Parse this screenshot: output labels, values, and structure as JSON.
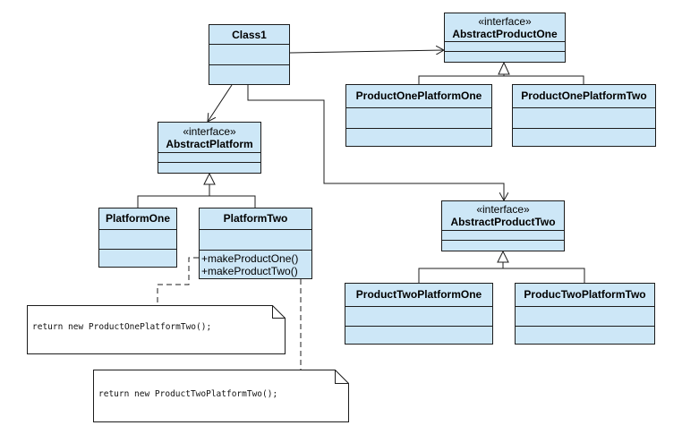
{
  "diagram": {
    "classes": {
      "class1": {
        "name": "Class1"
      },
      "abstract_platform": {
        "stereotype": "«interface»",
        "name": "AbstractPlatform"
      },
      "platform_one": {
        "name": "PlatformOne"
      },
      "platform_two": {
        "name": "PlatformTwo",
        "operations": [
          "+makeProductOne()",
          "+makeProductTwo()"
        ]
      },
      "abstract_product_one": {
        "stereotype": "«interface»",
        "name": "AbstractProductOne"
      },
      "product_one_platform_one": {
        "name": "ProductOnePlatformOne"
      },
      "product_one_platform_two": {
        "name": "ProductOnePlatformTwo"
      },
      "abstract_product_two": {
        "stereotype": "«interface»",
        "name": "AbstractProductTwo"
      },
      "product_two_platform_one": {
        "name": "ProductTwoPlatformOne"
      },
      "product_two_platform_two": {
        "name": "ProducTwoPlatformTwo"
      }
    },
    "notes": {
      "note_one": "return new ProductOnePlatformTwo();",
      "note_two": "return new ProductTwoPlatformTwo();"
    },
    "colors": {
      "class_fill": "#cde7f7",
      "line": "#1c1c1c"
    }
  }
}
